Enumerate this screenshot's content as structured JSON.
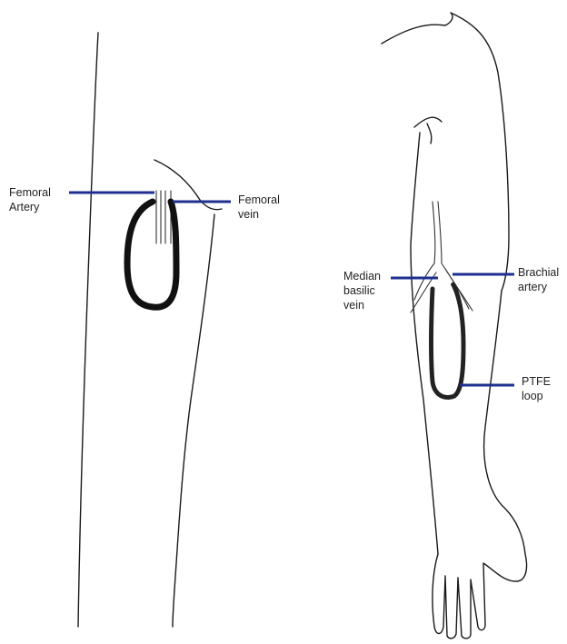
{
  "figure": {
    "colors": {
      "leader_line": "#1f2f8f",
      "outline": "#1a1a1a",
      "graft": "#111111"
    },
    "left_panel": {
      "labels": {
        "femoral_artery": "Femoral\nArtery",
        "femoral_vein": "Femoral\nvein"
      }
    },
    "right_panel": {
      "labels": {
        "median_basilic_vein": "Median\nbasilic\nvein",
        "brachial_artery": "Brachial\nartery",
        "ptfe_loop": "PTFE\nloop"
      }
    }
  }
}
